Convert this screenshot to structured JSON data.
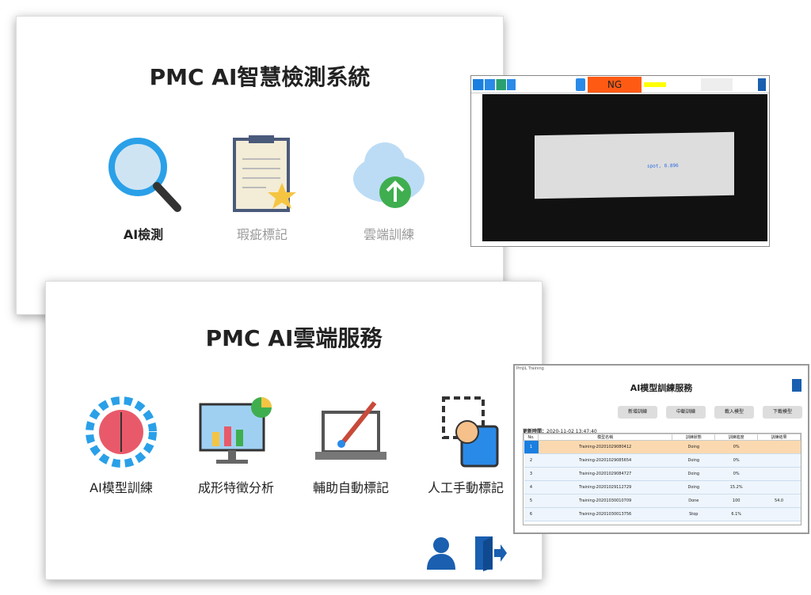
{
  "panel1": {
    "title": "PMC AI智慧檢測系統",
    "items": [
      {
        "label": "AI檢測"
      },
      {
        "label": "瑕疵標記"
      },
      {
        "label": "雲端訓練"
      }
    ]
  },
  "panel2": {
    "title": "PMC AI雲端服務",
    "items": [
      {
        "label": "AI模型訓練"
      },
      {
        "label": "成形特徵分析"
      },
      {
        "label": "輔助自動標記"
      },
      {
        "label": "人工手動標記"
      }
    ]
  },
  "inspection": {
    "status": "NG",
    "status_color": "#ff5a14",
    "detection_label": "spot, 0.896"
  },
  "training": {
    "window_title": "PmJiL Training",
    "title": "AI模型訓練服務",
    "buttons": [
      "新增訓練",
      "中斷訓練",
      "載入模型",
      "下載模型"
    ],
    "update_label": "更新時間：",
    "update_time": "2020-11-02 13:47:40",
    "columns": [
      "No.",
      "模型名稱",
      "訓練狀態",
      "訓練進度",
      "訓練結果"
    ],
    "rows": [
      [
        "1",
        "Training-20201029080412",
        "Doing",
        "0%",
        ""
      ],
      [
        "2",
        "Training-20201029085654",
        "Doing",
        "0%",
        ""
      ],
      [
        "3",
        "Training-20201029084727",
        "Doing",
        "0%",
        ""
      ],
      [
        "4",
        "Training-20201029112729",
        "Doing",
        "15.2%",
        ""
      ],
      [
        "5",
        "Training-20201030010709",
        "Done",
        "100",
        "54.0"
      ],
      [
        "6",
        "Training-20201030013756",
        "Stop",
        "6.1%",
        ""
      ]
    ]
  }
}
